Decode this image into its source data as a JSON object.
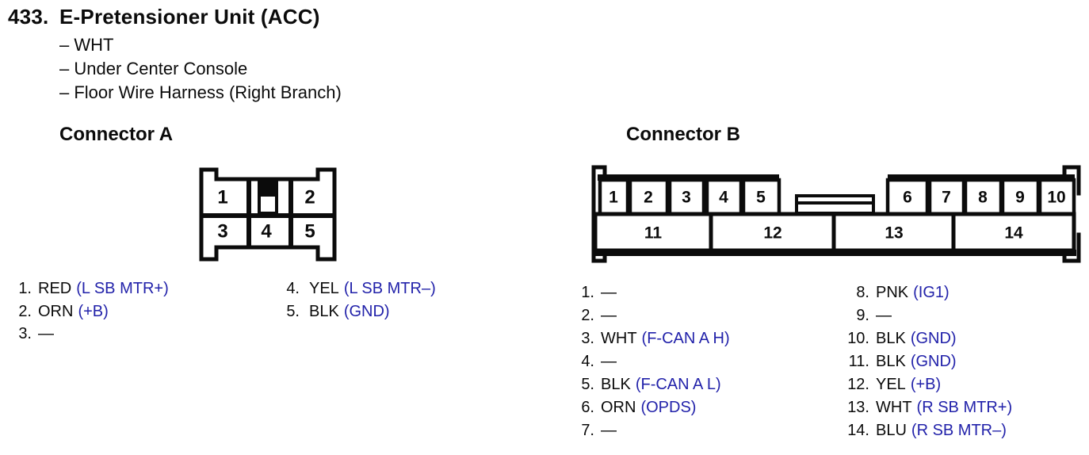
{
  "colors": {
    "text_black": "#0b0b0b",
    "signal_blue": "#2222aa",
    "background": "#ffffff"
  },
  "title": {
    "number": "433.",
    "text": "E-Pretensioner Unit (ACC)"
  },
  "details": [
    "– WHT",
    "– Under Center Console",
    "– Floor Wire Harness (Right Branch)"
  ],
  "connector_a": {
    "heading": "Connector A",
    "diagram": {
      "top_pins": [
        "1",
        "2"
      ],
      "bottom_pins": [
        "3",
        "4",
        "5"
      ],
      "keyway": "filled-top-center-slot"
    },
    "pins_col1": [
      {
        "num": "1.",
        "color": "RED",
        "signal": "(L SB MTR+)"
      },
      {
        "num": "2.",
        "color": "ORN",
        "signal": "(+B)"
      },
      {
        "num": "3.",
        "color": "—",
        "signal": ""
      }
    ],
    "pins_col2": [
      {
        "num": "4.",
        "color": "YEL",
        "signal": "(L SB MTR–)"
      },
      {
        "num": "5.",
        "color": "BLK",
        "signal": "(GND)"
      }
    ]
  },
  "connector_b": {
    "heading": "Connector B",
    "diagram": {
      "top_pins": [
        "1",
        "2",
        "3",
        "4",
        "5",
        "6",
        "7",
        "8",
        "9",
        "10"
      ],
      "bottom_pins": [
        "11",
        "12",
        "13",
        "14"
      ],
      "latch": "horizontal-latch-slot-center"
    },
    "pins_col1": [
      {
        "num": "1.",
        "color": "—",
        "signal": ""
      },
      {
        "num": "2.",
        "color": "—",
        "signal": ""
      },
      {
        "num": "3.",
        "color": "WHT",
        "signal": "(F-CAN A H)"
      },
      {
        "num": "4.",
        "color": "—",
        "signal": ""
      },
      {
        "num": "5.",
        "color": "BLK",
        "signal": "(F-CAN A L)"
      },
      {
        "num": "6.",
        "color": "ORN",
        "signal": "(OPDS)"
      },
      {
        "num": "7.",
        "color": "—",
        "signal": ""
      }
    ],
    "pins_col2": [
      {
        "num": "8.",
        "color": "PNK",
        "signal": "(IG1)"
      },
      {
        "num": "9.",
        "color": "—",
        "signal": ""
      },
      {
        "num": "10.",
        "color": "BLK",
        "signal": "(GND)"
      },
      {
        "num": "11.",
        "color": "BLK",
        "signal": "(GND)"
      },
      {
        "num": "12.",
        "color": "YEL",
        "signal": "(+B)"
      },
      {
        "num": "13.",
        "color": "WHT",
        "signal": "(R SB MTR+)"
      },
      {
        "num": "14.",
        "color": "BLU",
        "signal": "(R SB MTR–)"
      }
    ]
  }
}
